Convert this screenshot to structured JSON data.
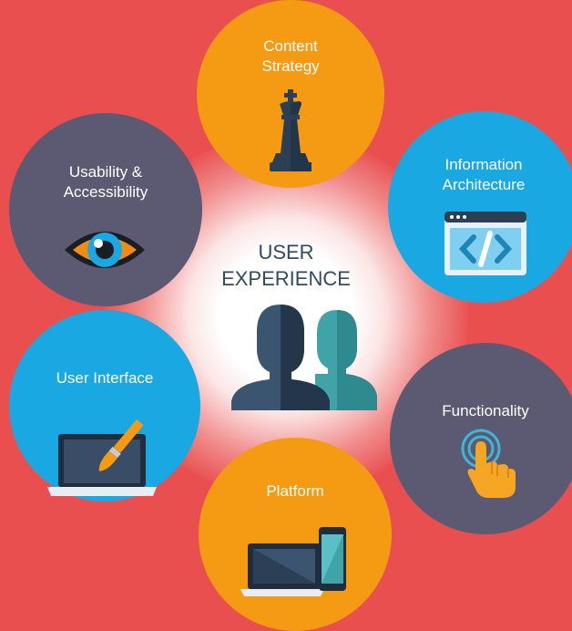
{
  "colors": {
    "background": "#e94f4f",
    "orange": "#f59b13",
    "blue": "#1aa8e3",
    "slate": "#5c5a72",
    "navy": "#2b3f55",
    "teal": "#3fa3a8"
  },
  "center": {
    "title": "USER\nEXPERIENCE",
    "icon": "users-icon"
  },
  "nodes": {
    "content_strategy": {
      "label": "Content\nStrategy",
      "icon": "chess-king-icon"
    },
    "information_architecture": {
      "label": "Information\nArchitecture",
      "icon": "code-window-icon"
    },
    "functionality": {
      "label": "Functionality",
      "icon": "touch-finger-icon"
    },
    "platform": {
      "label": "Platform",
      "icon": "laptop-phone-icon"
    },
    "user_interface": {
      "label": "User Interface",
      "icon": "laptop-brush-icon"
    },
    "usability_accessibility": {
      "label": "Usability &\nAccessibility",
      "icon": "eye-icon"
    }
  }
}
